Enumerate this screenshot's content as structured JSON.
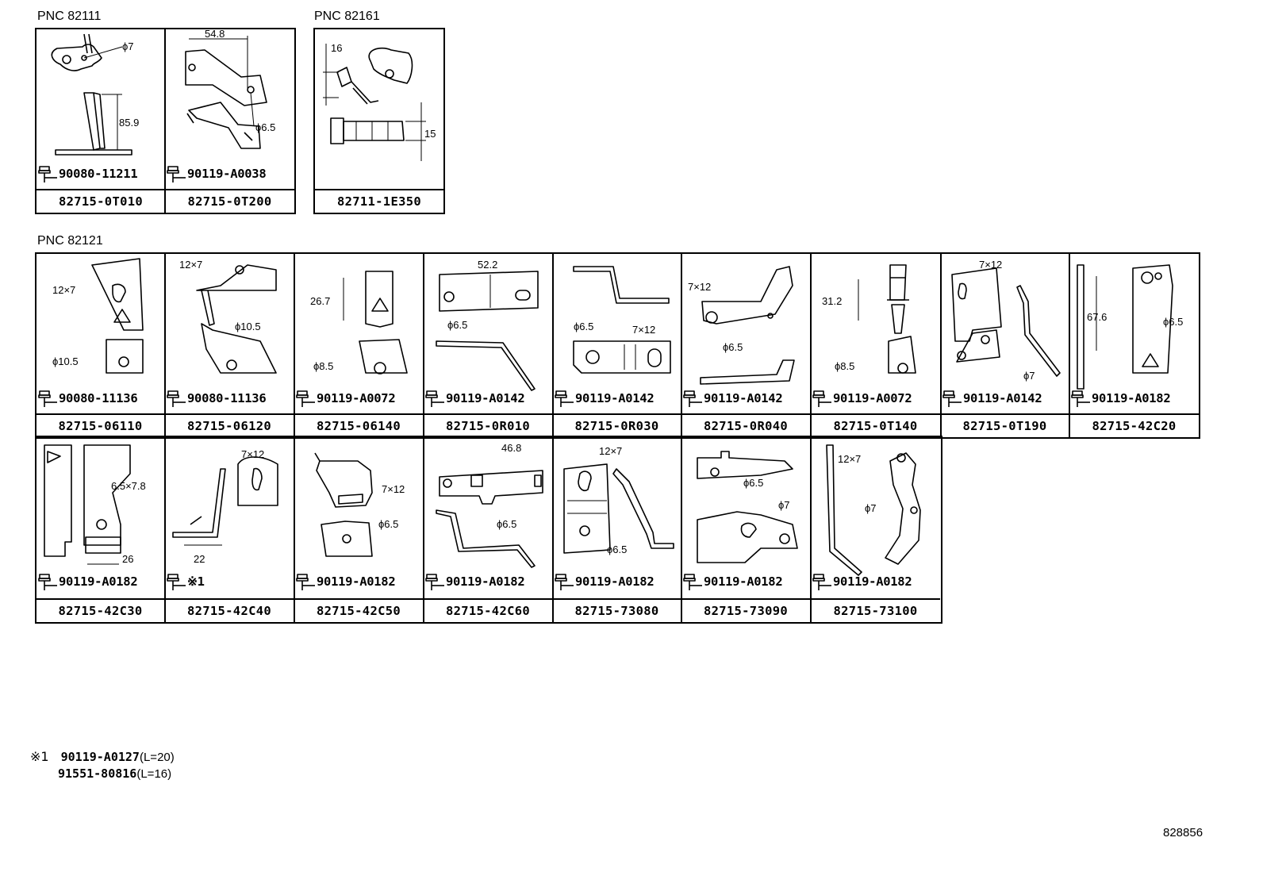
{
  "sections": {
    "pnc_82111": {
      "label": "PNC 82111",
      "cells": [
        {
          "part": "82715-0T010",
          "bolt": "90080-11211",
          "dims": [
            "ϕ7",
            "85.9"
          ]
        },
        {
          "part": "82715-0T200",
          "bolt": "90119-A0038",
          "dims": [
            "54.8",
            "ϕ6.5"
          ]
        }
      ]
    },
    "pnc_82161": {
      "label": "PNC 82161",
      "cells": [
        {
          "part": "82711-1E350",
          "dims": [
            "16",
            "15"
          ]
        }
      ]
    },
    "pnc_82121": {
      "label": "PNC 82121",
      "row1": [
        {
          "part": "82715-06110",
          "bolt": "90080-11136",
          "dims": [
            "12×7",
            "ϕ10.5"
          ]
        },
        {
          "part": "82715-06120",
          "bolt": "90080-11136",
          "dims": [
            "12×7",
            "ϕ10.5"
          ]
        },
        {
          "part": "82715-06140",
          "bolt": "90119-A0072",
          "dims": [
            "26.7",
            "ϕ8.5"
          ]
        },
        {
          "part": "82715-0R010",
          "bolt": "90119-A0142",
          "dims": [
            "52.2",
            "ϕ6.5"
          ]
        },
        {
          "part": "82715-0R030",
          "bolt": "90119-A0142",
          "dims": [
            "ϕ6.5",
            "7×12"
          ]
        },
        {
          "part": "82715-0R040",
          "bolt": "90119-A0142",
          "dims": [
            "7×12",
            "ϕ6.5"
          ]
        },
        {
          "part": "82715-0T140",
          "bolt": "90119-A0072",
          "dims": [
            "31.2",
            "ϕ8.5"
          ]
        },
        {
          "part": "82715-0T190",
          "bolt": "90119-A0142",
          "dims": [
            "7×12",
            "ϕ7"
          ]
        },
        {
          "part": "82715-42C20",
          "bolt": "90119-A0182",
          "dims": [
            "67.6",
            "ϕ6.5"
          ]
        }
      ],
      "row2": [
        {
          "part": "82715-42C30",
          "bolt": "90119-A0182",
          "dims": [
            "6.5×7.8",
            "26"
          ]
        },
        {
          "part": "82715-42C40",
          "bolt": "※1",
          "dims": [
            "7×12",
            "22"
          ]
        },
        {
          "part": "82715-42C50",
          "bolt": "90119-A0182",
          "dims": [
            "7×12",
            "ϕ6.5"
          ]
        },
        {
          "part": "82715-42C60",
          "bolt": "90119-A0182",
          "dims": [
            "46.8",
            "ϕ6.5"
          ]
        },
        {
          "part": "82715-73080",
          "bolt": "90119-A0182",
          "dims": [
            "12×7",
            "ϕ6.5"
          ]
        },
        {
          "part": "82715-73090",
          "bolt": "90119-A0182",
          "dims": [
            "ϕ6.5",
            "ϕ7"
          ]
        },
        {
          "part": "82715-73100",
          "bolt": "90119-A0182",
          "dims": [
            "12×7",
            "ϕ7"
          ]
        }
      ]
    }
  },
  "footnote": {
    "mark": "※1",
    "lines": [
      {
        "part": "90119-A0127",
        "note": "(L=20)"
      },
      {
        "part": "91551-80816",
        "note": "(L=16)"
      }
    ]
  },
  "reference_number": "828856",
  "icons": {
    "bolt": "bolt-icon"
  }
}
